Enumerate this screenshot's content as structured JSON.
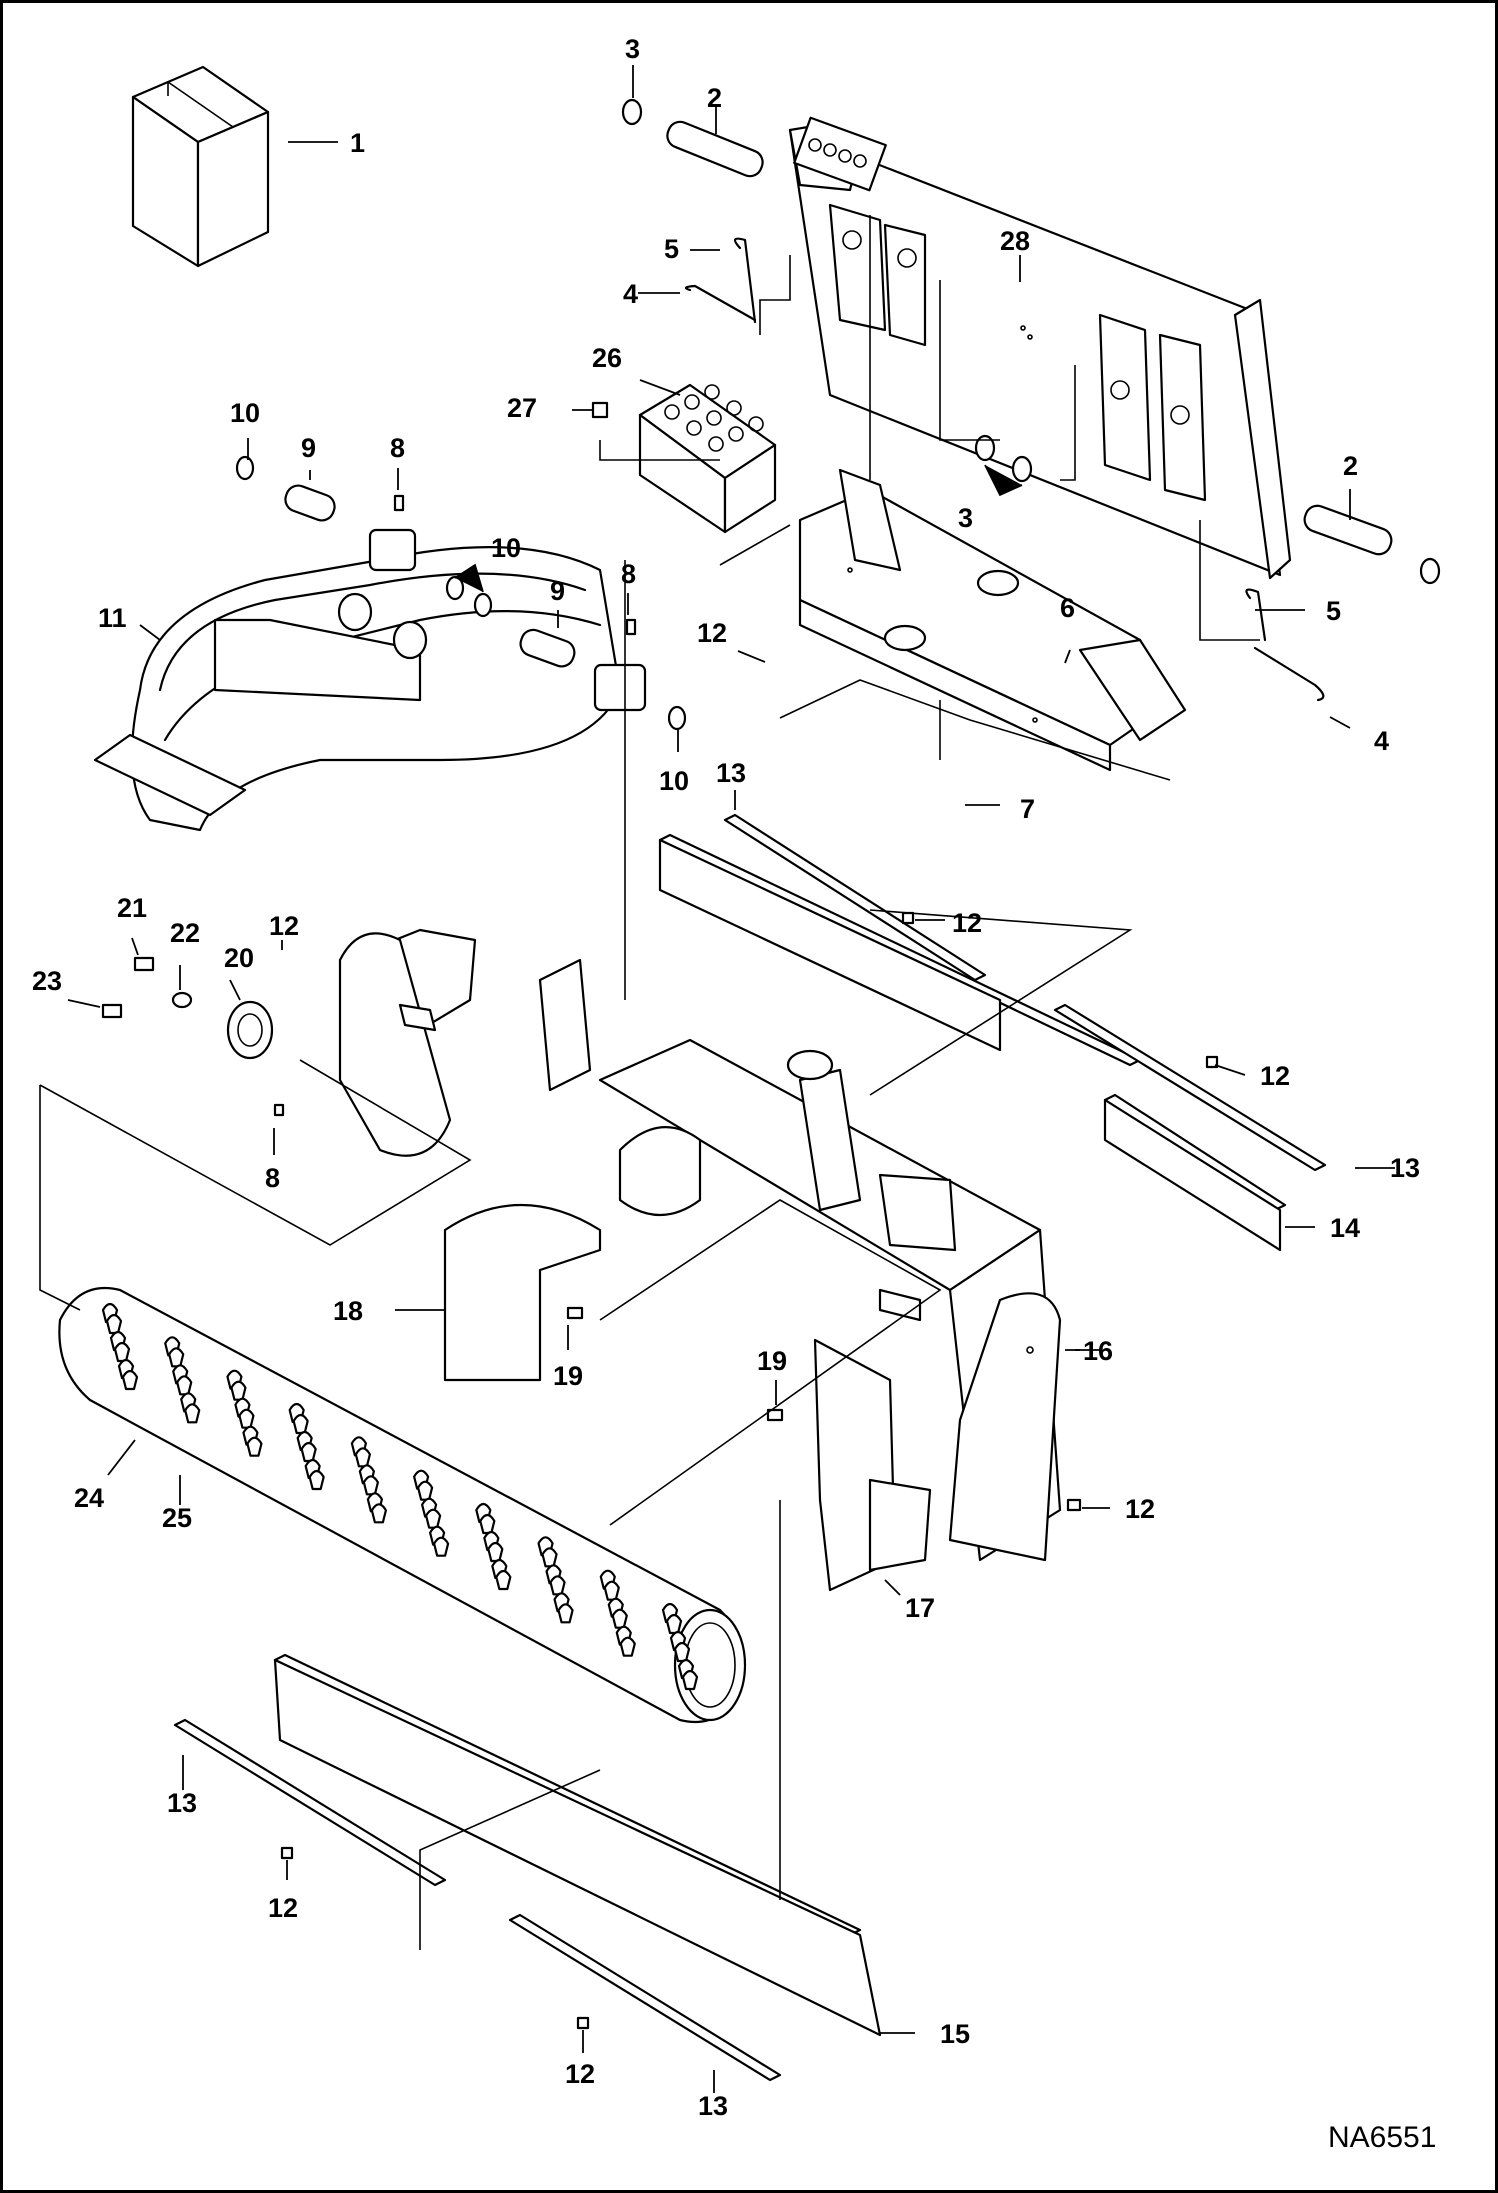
{
  "diagram": {
    "drawing_code": "NA6551",
    "callouts": {
      "c1": "1",
      "c2a": "2",
      "c2b": "2",
      "c3a": "3",
      "c3b": "3",
      "c4a": "4",
      "c4b": "4",
      "c5a": "5",
      "c5b": "5",
      "c6": "6",
      "c7": "7",
      "c8a": "8",
      "c8b": "8",
      "c8c": "8",
      "c9a": "9",
      "c9b": "9",
      "c10a": "10",
      "c10b": "10",
      "c10c": "10",
      "c11": "11",
      "c12a": "12",
      "c12b": "12",
      "c12c": "12",
      "c12d": "12",
      "c12e": "12",
      "c12f": "12",
      "c12g": "12",
      "c13a": "13",
      "c13b": "13",
      "c13c": "13",
      "c13d": "13",
      "c14": "14",
      "c15": "15",
      "c16": "16",
      "c17": "17",
      "c18": "18",
      "c19a": "19",
      "c19b": "19",
      "c20": "20",
      "c21": "21",
      "c22": "22",
      "c23": "23",
      "c24": "24",
      "c25": "25",
      "c26": "26",
      "c27": "27",
      "c28": "28"
    }
  }
}
